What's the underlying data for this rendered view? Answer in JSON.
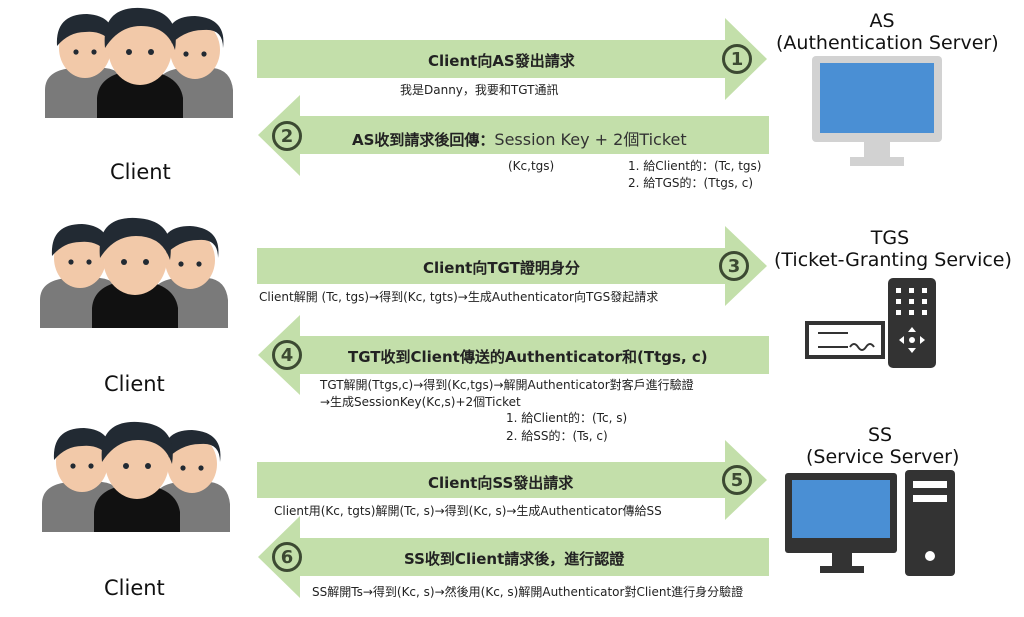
{
  "colors": {
    "arrow_fill": "#c3dfaa",
    "arrow_stroke": "#9fc784",
    "number_ring": "#3c4a32",
    "skin": "#f2c9a9",
    "hair": "#222a33",
    "shirt_gray": "#7a7a7a",
    "shirt_black": "#111111",
    "monitor_screen": "#4a8fd4",
    "device_dark": "#333333"
  },
  "groups": [
    {
      "client_label": "Client",
      "server": {
        "title": "AS",
        "subtitle": "(Authentication Server)",
        "icon": "monitor-icon"
      },
      "steps": [
        {
          "number": "1",
          "direction": "right",
          "title": "Client向AS發出請求",
          "notes": [
            "我是Danny，我要和TGT通訊"
          ]
        },
        {
          "number": "2",
          "direction": "left",
          "title": "AS收到請求後回傳：",
          "title_extra": "Session Key + 2個Ticket",
          "notes": [
            "(Kc,tgs)"
          ],
          "list": [
            "1.  給Client的：(Tc, tgs)",
            "2.  給TGS的：(Ttgs, c)"
          ]
        }
      ]
    },
    {
      "client_label": "Client",
      "server": {
        "title": "TGS",
        "subtitle": "(Ticket-Granting Service)",
        "icon": "ticket-remote-icon"
      },
      "steps": [
        {
          "number": "3",
          "direction": "right",
          "title": "Client向TGT證明身分",
          "notes": [
            "Client解開 (Tc, tgs)→得到(Kc, tgts)→生成Authenticator向TGS發起請求"
          ]
        },
        {
          "number": "4",
          "direction": "left",
          "title": "TGT收到Client傳送的Authenticator和(Ttgs, c)",
          "notes": [
            "TGT解開(Ttgs,c)→得到(Kc,tgs)→解開Authenticator對客戶進行驗證",
            "→生成SessionKey(Kc,s)+2個Ticket"
          ],
          "list": [
            "1.  給Client的：(Tc, s)",
            "2.  給SS的：(Ts, c)"
          ]
        }
      ]
    },
    {
      "client_label": "Client",
      "server": {
        "title": "SS",
        "subtitle": "(Service Server)",
        "icon": "desktop-pc-icon"
      },
      "steps": [
        {
          "number": "5",
          "direction": "right",
          "title": "Client向SS發出請求",
          "notes": [
            "Client用(Kc, tgts)解開(Tc, s)→得到(Kc, s)→生成Authenticator傳給SS"
          ]
        },
        {
          "number": "6",
          "direction": "left",
          "title": "SS收到Client請求後，進行認證",
          "notes": [
            "SS解開Ts→得到(Kc, s)→然後用(Kc, s)解開Authenticator對Client進行身分驗證"
          ]
        }
      ]
    }
  ]
}
